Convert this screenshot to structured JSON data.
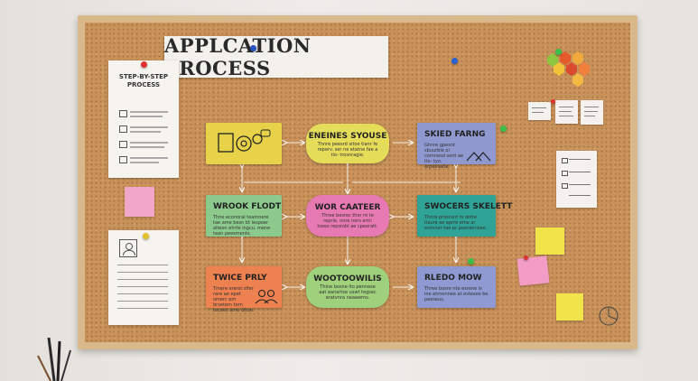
{
  "board": {
    "title": "APPLCATION PROCESS",
    "left_doc_title": "STEP-BY-STEP PROCESS"
  },
  "cards": [
    {
      "id": "c1",
      "title": "",
      "body": "",
      "color": "#e7d24a"
    },
    {
      "id": "c2",
      "title": "ENEINES SYOUSE",
      "body": "Thnre peesrd sitoe tianr fe reperv. ser ne etatne fae a tlo- trosnragie.",
      "color": "#e5dc5a"
    },
    {
      "id": "c3",
      "title": "SKIED FARNG",
      "body": "Ghnre gpesnt sbuurble ol cornnesd sent ae tlo- tyo. erpeesalte.",
      "color": "#8f98cf"
    },
    {
      "id": "c4",
      "title": "WROOK FLODT",
      "body": "Thne econoral teamnere tae ame besn bt iespoer alteon ehrte ingcu. mene tean peesments.",
      "color": "#8bc98c"
    },
    {
      "id": "c5",
      "title": "WOR CAATEER",
      "body": "Three besrec ther re te reprle. nnre ners ertn tsees repsrobl ae cpeeratt.",
      "color": "#e87ab3"
    },
    {
      "id": "c6",
      "title": "SWOCERS SKELETT",
      "body": "Thnre prosrunt ts dotte tlaure ae eprre eme ar entnner tae pr peeratnlzee.",
      "color": "#2ea396"
    },
    {
      "id": "c7",
      "title": "TWICE PRLY",
      "body": "Tmere ererst sfier rare ae epet omerc em brsetern torn tecees ame dttoe.",
      "color": "#ee8150"
    },
    {
      "id": "c8",
      "title": "WOOTOOWILIS",
      "body": "Thine bosne ito pennese aat eanartse uswt tegsec aratvnra neawerns.",
      "color": "#9fd07c"
    },
    {
      "id": "c9",
      "title": "RLEDO MOW",
      "body": "Three bosre nte esrene ls ine etrnennee at estesee be peeseus.",
      "color": "#8e9ad1"
    }
  ]
}
